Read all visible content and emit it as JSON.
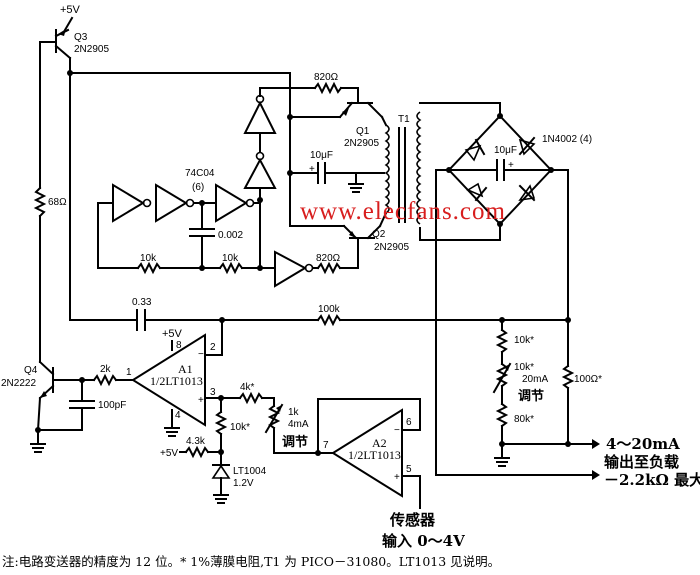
{
  "diagram": {
    "title": "4~20mA current-loop transmitter circuit",
    "supply": "+5V",
    "watermark": "www.elecfans.com",
    "components": {
      "q3": {
        "ref": "Q3",
        "part": "2N2905"
      },
      "q1": {
        "ref": "Q1",
        "part": "2N2905"
      },
      "q2": {
        "ref": "Q2",
        "part": "2N2905"
      },
      "q4": {
        "ref": "Q4",
        "part": "2N2222"
      },
      "t1": {
        "ref": "T1"
      },
      "inverters": {
        "part": "74C04",
        "count": "(6)"
      },
      "r68": "68Ω",
      "r820_top": "820Ω",
      "r820_bot": "820Ω",
      "c10u_primary": "10μF",
      "c10u_bridge": "10μF",
      "bridge": "1N4002 (4)",
      "c0002": "0.002",
      "r10k_a": "10k",
      "r10k_b": "10k",
      "c033": "0.33",
      "r100k": "100k",
      "r2k": "2k",
      "c100p": "100pF",
      "a1": {
        "ref": "A1",
        "part": "1/2LT1013"
      },
      "a2": {
        "ref": "A2",
        "part": "1/2LT1013"
      },
      "r4k": "4k*",
      "r10k_div": "10k*",
      "r43k": "4.3k",
      "ref_diode": {
        "part": "LT1004",
        "value": "1.2V"
      },
      "pot1k": {
        "value": "1k",
        "note": "4mA",
        "adjust": "调节"
      },
      "r10k_out": "10k*",
      "pot10k": {
        "value": "10k*",
        "note": "20mA",
        "adjust": "调节"
      },
      "r80k": "80k*",
      "r100": "100Ω*"
    },
    "pins": {
      "a1_p8": "8",
      "a1_p2": "2",
      "a1_p1": "1",
      "a1_p3": "3",
      "a1_p4": "4",
      "a2_p7": "7",
      "a2_p6": "6",
      "a2_p5": "5",
      "minus": "−",
      "plus": "+"
    },
    "output": {
      "line1": "4～20mA",
      "line2": "输出至负载",
      "line3": "－2.2kΩ 最大"
    },
    "sensor": {
      "line1": "传感器",
      "line2": "输入 0～4V"
    },
    "note": "注:电路变送器的精度为 12 位。* 1%薄膜电阻,T1 为 PICO－31080。LT1013 见说明。"
  }
}
